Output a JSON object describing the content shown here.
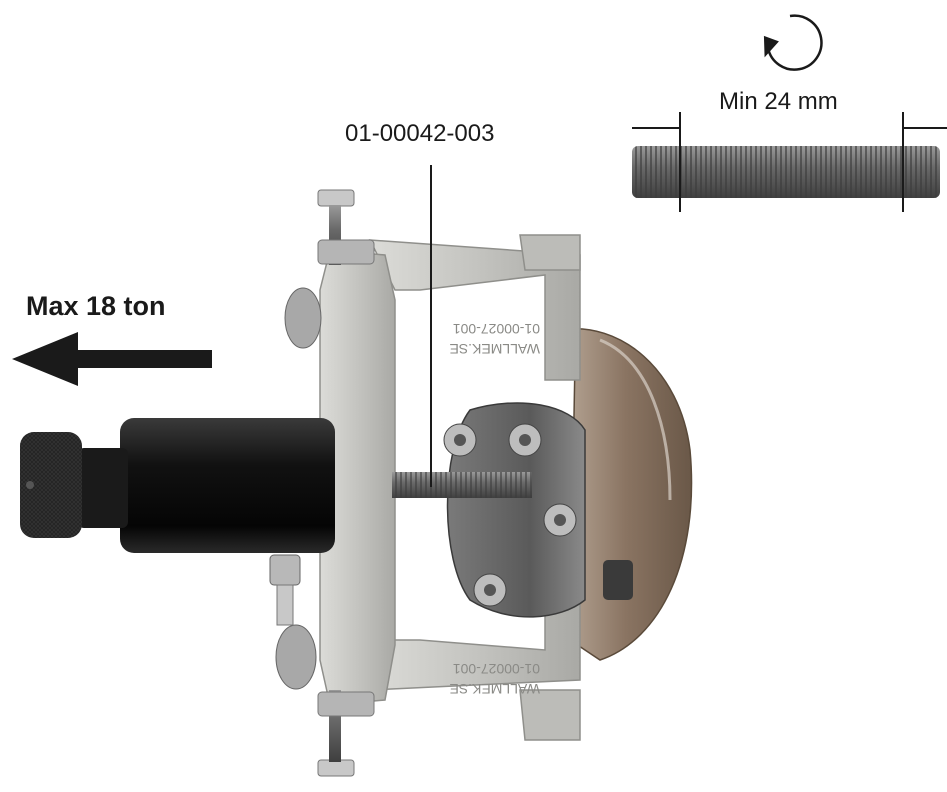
{
  "labels": {
    "force": "Max 18 ton",
    "part_number": "01-00042-003",
    "thread_min_length": "Min 24 mm"
  },
  "icons": {
    "rotation": "rotation-arrow-icon",
    "direction": "left-arrow-icon"
  },
  "colors": {
    "text": "#1a1a1a",
    "cylinder": "#141414",
    "frame": "#c8c8c4",
    "hub_rust": "#8a6a50",
    "thread_rod": "#6e6e6e"
  },
  "engraving": {
    "top": "01-00027-001",
    "brand": "WALLMEK.SE",
    "bottom": "01-00027-001"
  }
}
